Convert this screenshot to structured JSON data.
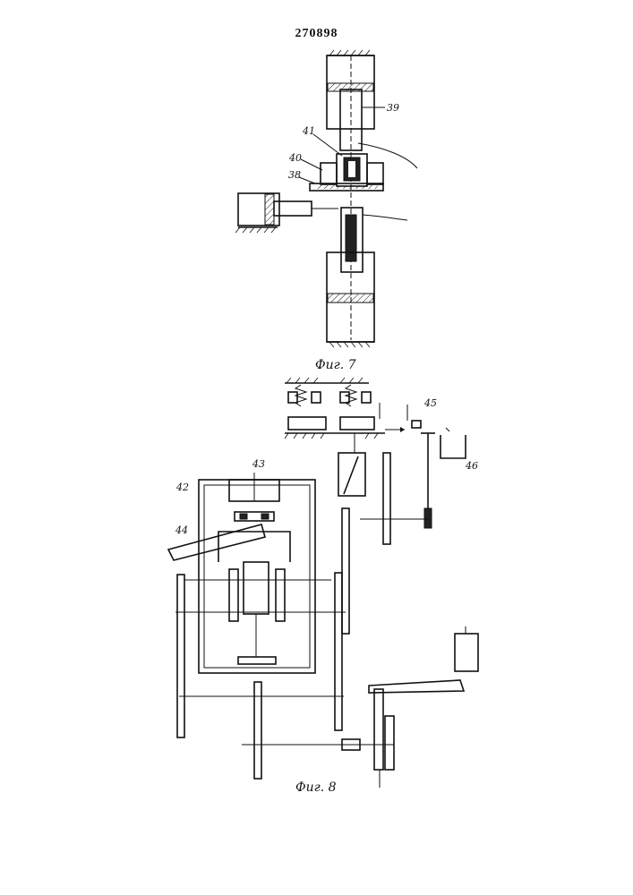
{
  "document": {
    "patent_number": "270898"
  },
  "figures": [
    {
      "caption": "Фиг. 7",
      "labels": [
        "39",
        "41",
        "40",
        "38"
      ]
    },
    {
      "caption": "Фиг. 8",
      "labels": [
        "45",
        "43",
        "42",
        "44",
        "46"
      ]
    }
  ]
}
